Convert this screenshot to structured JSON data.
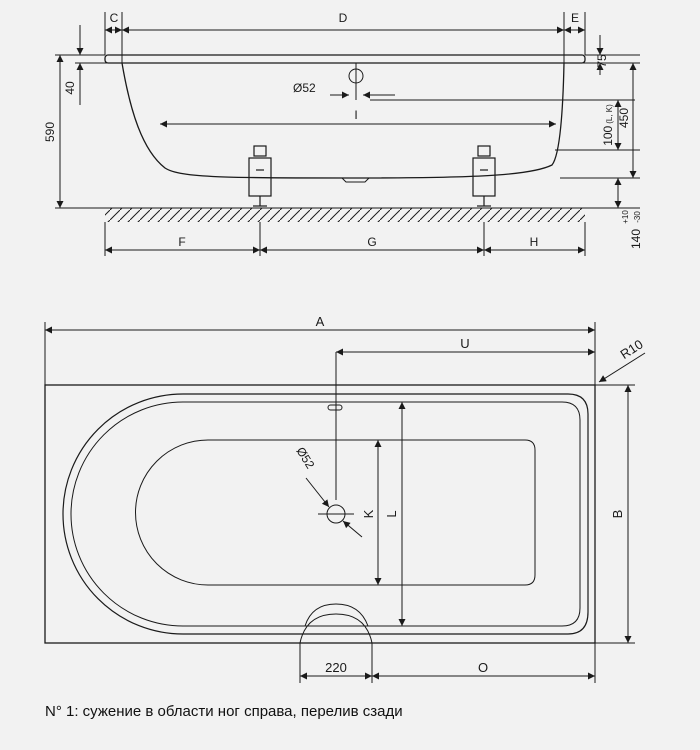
{
  "side_view": {
    "labels": {
      "c": "C",
      "d": "D",
      "e": "E",
      "f": "F",
      "g": "G",
      "h": "H",
      "i": "I",
      "drain_diameter": "Ø52"
    },
    "dimensions": {
      "height_590": "590",
      "rim_40": "40",
      "rim_75": "75",
      "height_100": "100",
      "height_100_note": "(L, K)",
      "height_450": "450",
      "leg_140": "140",
      "leg_plus": "+10",
      "leg_minus": "-30"
    }
  },
  "top_view": {
    "labels": {
      "a": "A",
      "u": "U",
      "b": "B",
      "k": "K",
      "l": "L",
      "o": "O",
      "radius": "R10",
      "drain_diameter": "Ø52",
      "width_220": "220"
    }
  },
  "caption": "N° 1: сужение в области ног справа, перелив сзади",
  "colors": {
    "background": "#f2f2f2",
    "line": "#1a1a1a"
  }
}
